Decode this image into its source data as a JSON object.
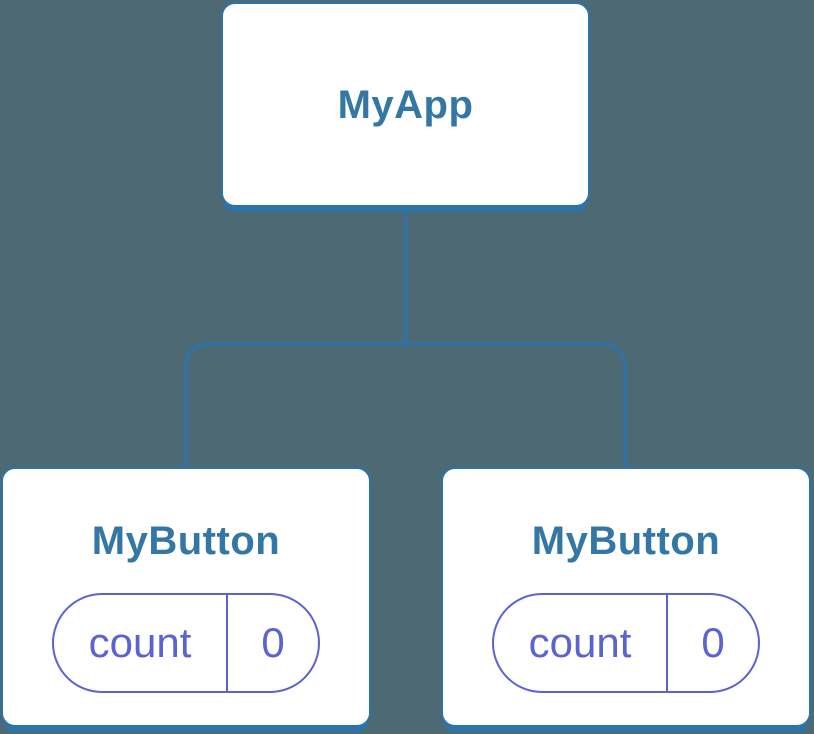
{
  "colors": {
    "canvas-bg": "#4d6a74",
    "stroke-blue": "#2d73a8",
    "text-blue": "#3577a4",
    "indigo": "#5b62d4",
    "card-bg": "#ffffff"
  },
  "tree": {
    "root": {
      "label": "MyApp"
    },
    "children": [
      {
        "label": "MyButton",
        "state_key": "count",
        "state_value": "0"
      },
      {
        "label": "MyButton",
        "state_key": "count",
        "state_value": "0"
      }
    ]
  }
}
